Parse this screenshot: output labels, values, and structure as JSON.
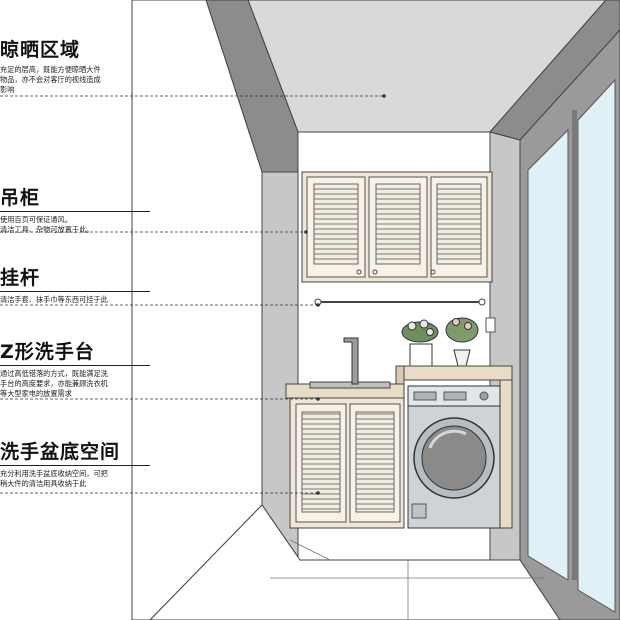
{
  "annotations": [
    {
      "title": "晾晒区域",
      "lines": [
        "充足的层高，既能方便晾晒大件",
        "物品，亦不会对客厅的视线造成",
        "影响"
      ]
    },
    {
      "title": "吊柜",
      "lines": [
        "使用百页可保证通风。",
        "清洁工具、杂物可放置于此。"
      ]
    },
    {
      "title": "挂杆",
      "lines": [
        "清洁手套、抹手巾等东西可挂于此"
      ]
    },
    {
      "title": "Z形洗手台",
      "lines": [
        "通过高低错落的方式，既能满足洗",
        "手台的高度要求，亦能兼顾洗衣机",
        "等大型家电的放置需求"
      ]
    },
    {
      "title": "洗手盆底空间",
      "lines": [
        "充分利用洗手盆底收纳空间，可把",
        "稍大件的清洁用具收纳于此"
      ]
    }
  ],
  "colors": {
    "wall_dark": "#8c8c8c",
    "wall_mid": "#c7c7c7",
    "ceiling": "#d9d9d9",
    "cabinet": "#efe6d8",
    "counter": "#e8dcc6",
    "window_glass": "#dff1f7",
    "floor": "#ffffff",
    "washer_body": "#cfd3d6",
    "washer_door": "#8a8a8a"
  }
}
